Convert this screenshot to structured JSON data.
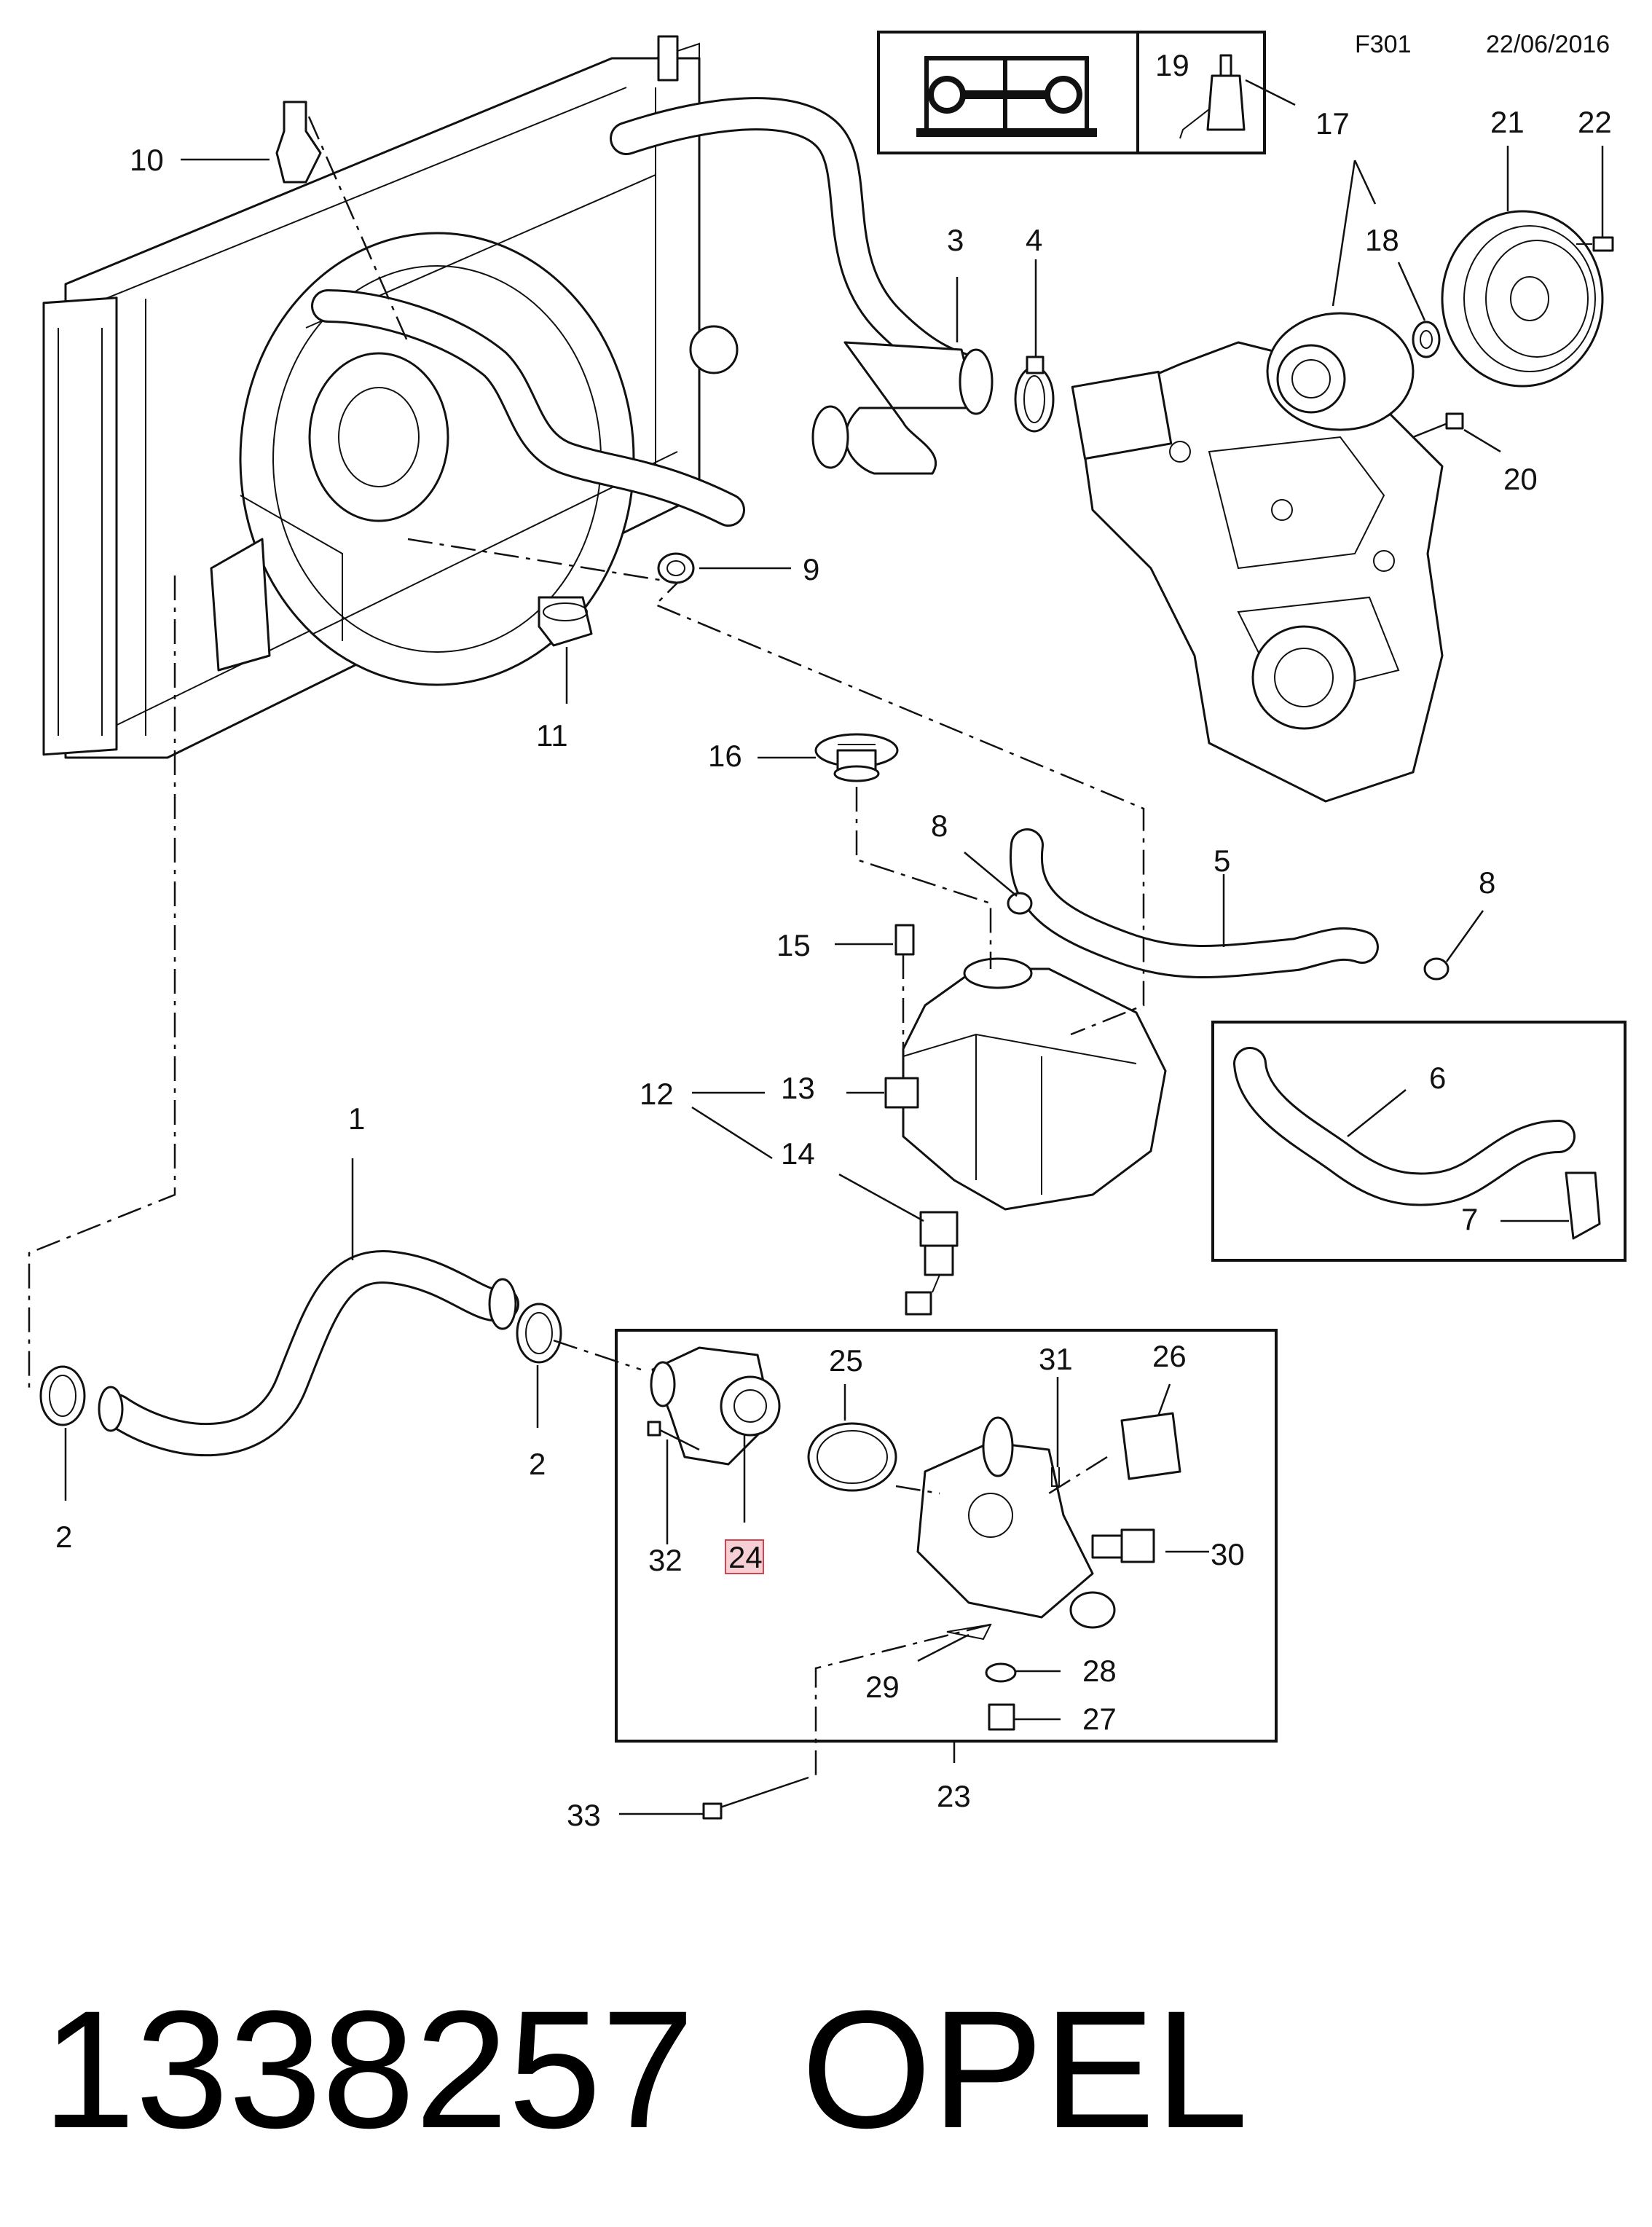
{
  "header": {
    "figure_code": "F301",
    "date": "22/06/2016"
  },
  "legend_box": {
    "item_number": "19"
  },
  "callouts": [
    {
      "id": "1",
      "text": "1"
    },
    {
      "id": "2a",
      "text": "2"
    },
    {
      "id": "2b",
      "text": "2"
    },
    {
      "id": "3",
      "text": "3"
    },
    {
      "id": "4",
      "text": "4"
    },
    {
      "id": "5",
      "text": "5"
    },
    {
      "id": "6",
      "text": "6"
    },
    {
      "id": "7",
      "text": "7"
    },
    {
      "id": "8a",
      "text": "8"
    },
    {
      "id": "8b",
      "text": "8"
    },
    {
      "id": "9",
      "text": "9"
    },
    {
      "id": "10",
      "text": "10"
    },
    {
      "id": "11",
      "text": "11"
    },
    {
      "id": "12",
      "text": "12"
    },
    {
      "id": "13",
      "text": "13"
    },
    {
      "id": "14",
      "text": "14"
    },
    {
      "id": "15",
      "text": "15"
    },
    {
      "id": "16",
      "text": "16"
    },
    {
      "id": "17",
      "text": "17"
    },
    {
      "id": "18",
      "text": "18"
    },
    {
      "id": "20",
      "text": "20"
    },
    {
      "id": "21",
      "text": "21"
    },
    {
      "id": "22",
      "text": "22"
    },
    {
      "id": "23",
      "text": "23"
    },
    {
      "id": "24",
      "text": "24",
      "highlighted": true
    },
    {
      "id": "25",
      "text": "25"
    },
    {
      "id": "26",
      "text": "26"
    },
    {
      "id": "27",
      "text": "27"
    },
    {
      "id": "28",
      "text": "28"
    },
    {
      "id": "29",
      "text": "29"
    },
    {
      "id": "30",
      "text": "30"
    },
    {
      "id": "31",
      "text": "31"
    },
    {
      "id": "32",
      "text": "32"
    },
    {
      "id": "33",
      "text": "33"
    }
  ],
  "footer": {
    "part_number": "1338257",
    "brand": "OPEL"
  },
  "colors": {
    "line": "#111111",
    "background": "#ffffff",
    "highlight_fill": "#f6cfd4",
    "highlight_stroke": "#d1444f"
  }
}
